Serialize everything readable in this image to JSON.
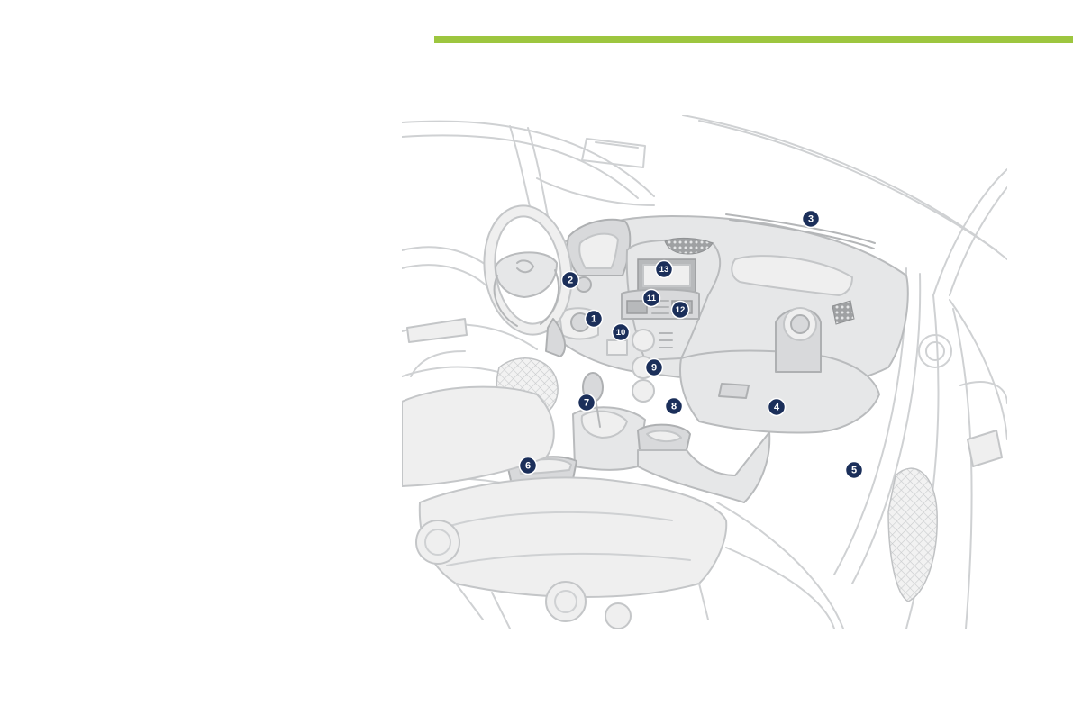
{
  "colors": {
    "accent_rule": "#9dc63f",
    "callout_fill": "#1b2f5a",
    "callout_text": "#ffffff"
  },
  "illustration": {
    "icon": "car-interior-dashboard-icon",
    "callouts": [
      {
        "number": "1"
      },
      {
        "number": "2"
      },
      {
        "number": "3"
      },
      {
        "number": "4"
      },
      {
        "number": "5"
      },
      {
        "number": "6"
      },
      {
        "number": "7"
      },
      {
        "number": "8"
      },
      {
        "number": "9"
      },
      {
        "number": "10"
      },
      {
        "number": "11"
      },
      {
        "number": "12"
      },
      {
        "number": "13"
      }
    ]
  }
}
